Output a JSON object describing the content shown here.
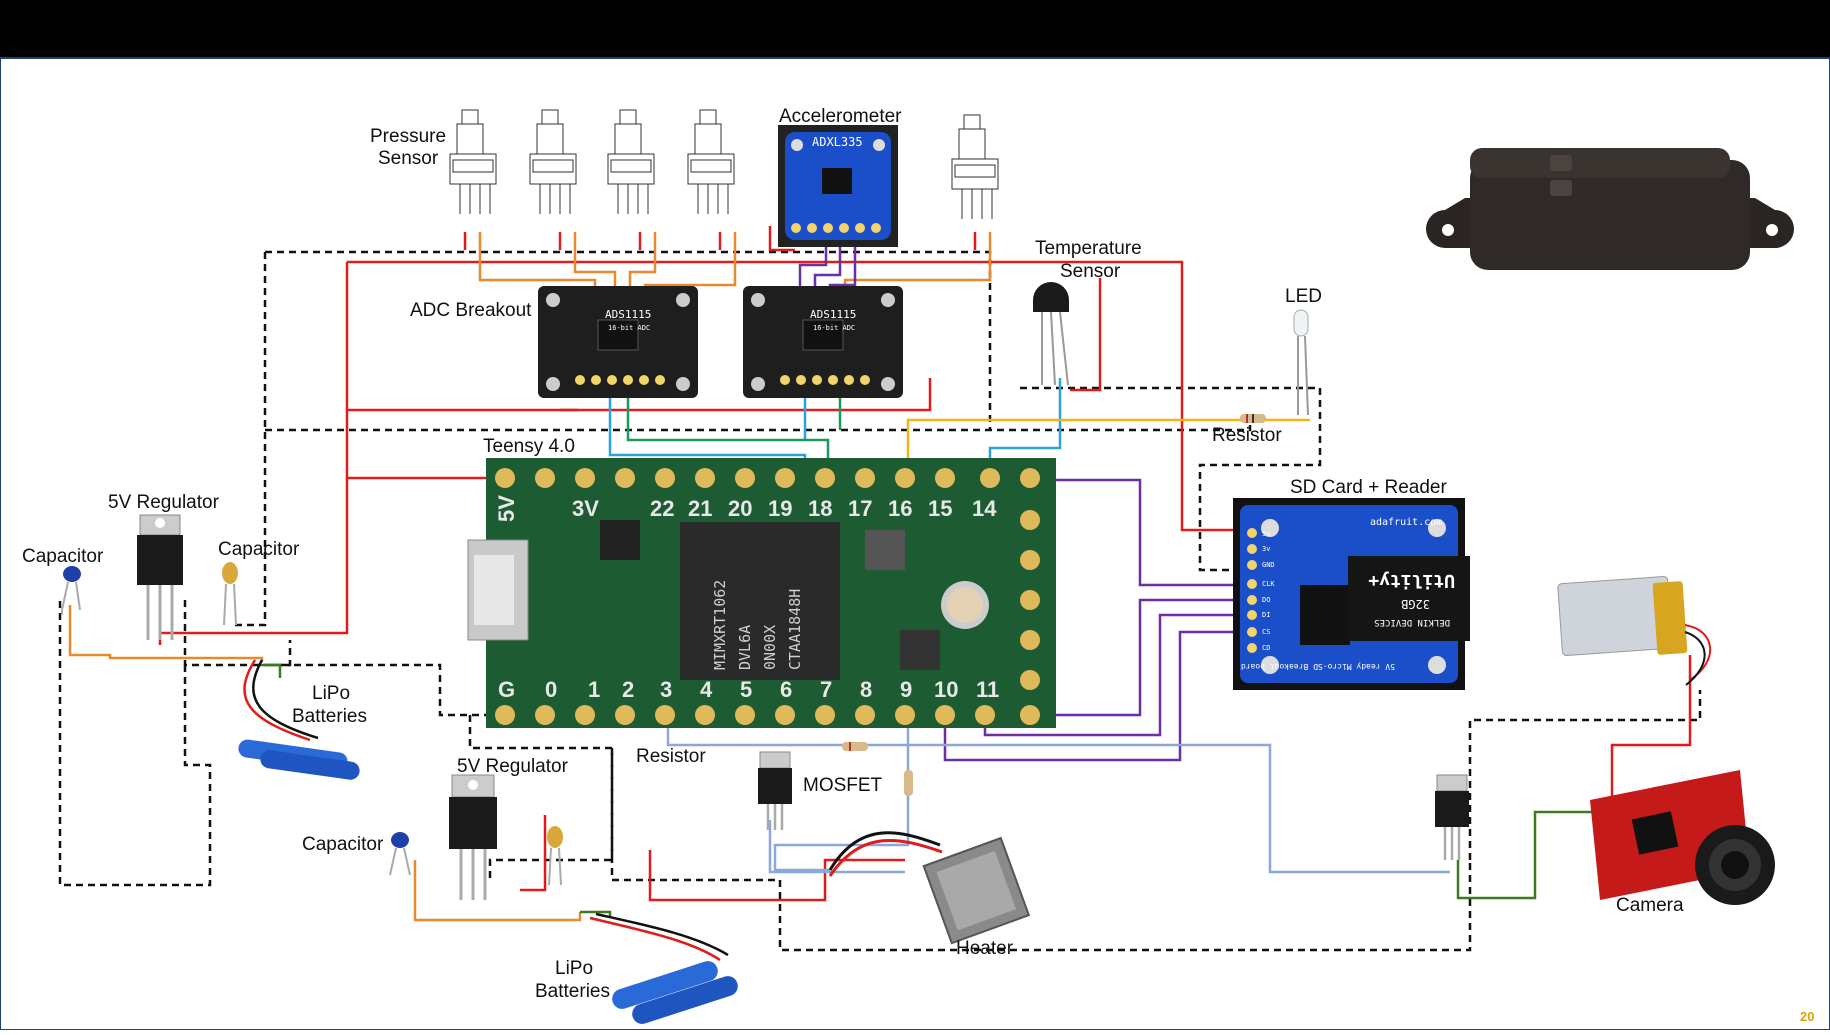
{
  "labels": {
    "pressure_sensor": [
      "Pressure",
      "Sensor"
    ],
    "accelerometer": "Accelerometer",
    "adc_breakout": "ADC Breakout",
    "temperature_sensor": [
      "Temperature",
      "Sensor"
    ],
    "led": "LED",
    "resistor_top": "Resistor",
    "teensy": "Teensy 4.0",
    "sd_card_reader": "SD Card + Reader",
    "regulator_1": "5V Regulator",
    "capacitor_1a": "Capacitor",
    "capacitor_1b": "Capacitor",
    "lipo_1": [
      "LiPo",
      "Batteries"
    ],
    "regulator_2": "5V Regulator",
    "capacitor_2": "Capacitor",
    "lipo_2": [
      "LiPo",
      "Batteries"
    ],
    "resistor_bottom": "Resistor",
    "mosfet": "MOSFET",
    "heater": "Heater",
    "camera": "Camera"
  },
  "board_text": {
    "adxl": "ADXL335",
    "ads": "ADS1115",
    "ads_sub": "16-bit ADC",
    "teensy_top_pins": [
      "5V",
      "3V",
      "22",
      "21",
      "20",
      "19",
      "18",
      "17",
      "16",
      "15",
      "14"
    ],
    "teensy_bottom_pins": [
      "G",
      "0",
      "1",
      "2",
      "3",
      "4",
      "5",
      "6",
      "7",
      "8",
      "9",
      "10",
      "11"
    ],
    "chip_lines": [
      "MIMXRT1062",
      "DVL6A",
      "0N00X",
      "CTAA1848H"
    ],
    "sd_brand": "adafruit.com",
    "sd_pins": [
      "5v",
      "3v",
      "GND",
      "CLK",
      "DO",
      "DI",
      "CS",
      "CD"
    ],
    "card_brand": "Utility+",
    "card_size": "32GB",
    "card_maker": "DELKIN DEVICES",
    "sd_bottom": "5V ready Micro-SD Breakout board"
  },
  "slide_number": "20",
  "colors": {
    "wire_power": "#e01b1b",
    "wire_ground": "#111111",
    "wire_analog": "#e8892f",
    "wire_i2c_scl": "#2aa3d8",
    "wire_i2c_sda": "#1a9a5a",
    "wire_spi": "#6a2fa0",
    "wire_signal": "#f2b418",
    "wire_mosfet": "#8aa8d8",
    "wire_camera": "#3a7a20",
    "pcb_green": "#1d5b32",
    "pcb_blue": "#1b4fc9",
    "pcb_black": "#1e1e1e",
    "title_bar": "#000000"
  }
}
